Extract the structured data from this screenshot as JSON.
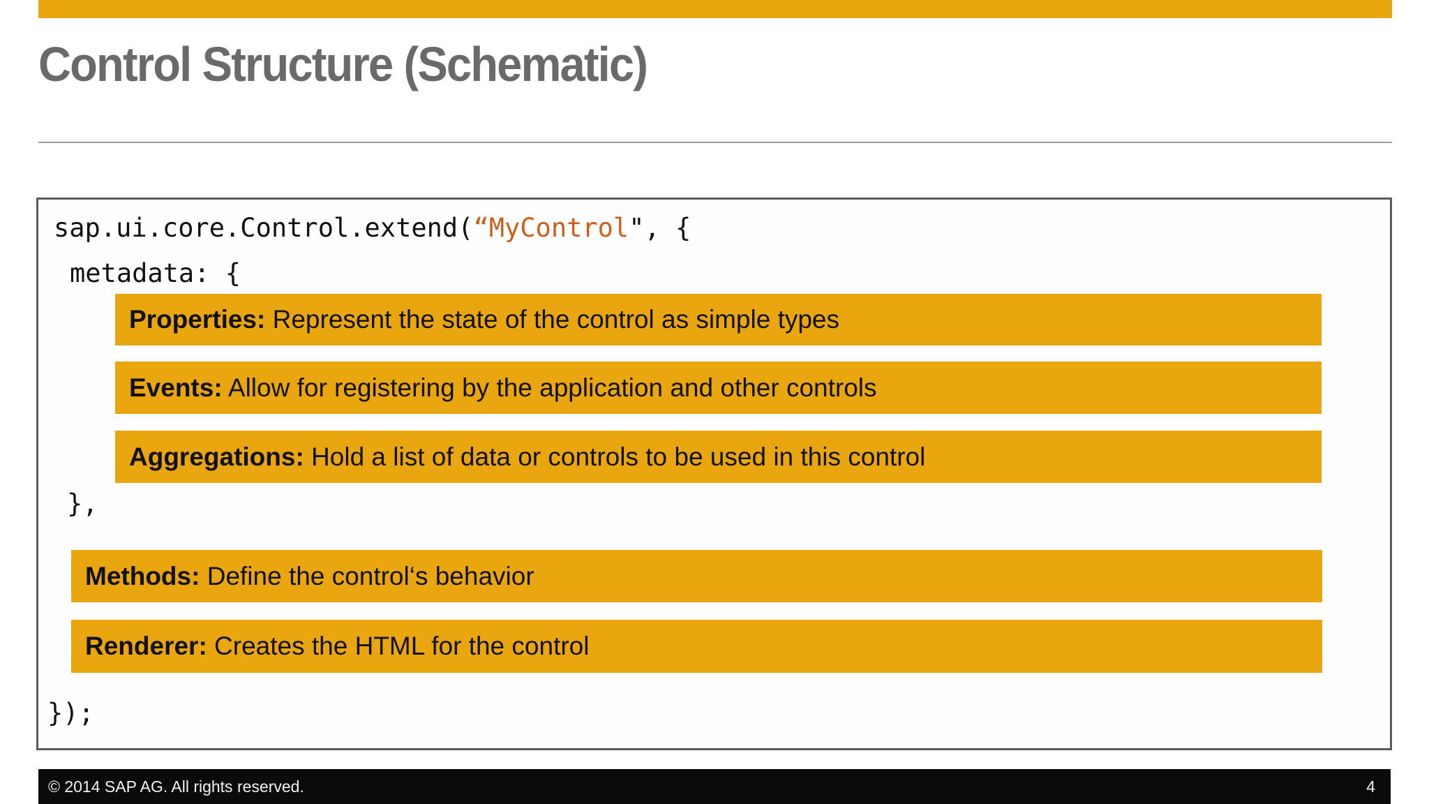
{
  "page": {
    "title": "Control Structure (Schematic)",
    "footer": {
      "copyright": "©  2014 SAP AG. All rights reserved.",
      "page_number": "4"
    },
    "colors": {
      "accent_gold": "#EAA60E",
      "title_gray": "#6A6A6A",
      "code_string_orange": "#CC5F1A",
      "box_border_gray": "#5A5A5A",
      "footer_bg": "#0A0A0A"
    }
  },
  "code": {
    "line1_prefix": "sap.ui.core.Control.extend(",
    "line1_string": "“MyControl",
    "line1_suffix": "\", {",
    "line2": "metadata: {",
    "close_metadata": "},",
    "close_extend": "});"
  },
  "bars": [
    {
      "label": "Properties:",
      "text": " Represent the state of the control as simple types"
    },
    {
      "label": "Events:",
      "text": " Allow for registering by the application and other controls"
    },
    {
      "label": "Aggregations:",
      "text": " Hold a list of data or controls to be used in this control"
    },
    {
      "label": "Methods:",
      "text": " Define the control‘s behavior"
    },
    {
      "label": "Renderer:",
      "text": " Creates the HTML for the control"
    }
  ]
}
